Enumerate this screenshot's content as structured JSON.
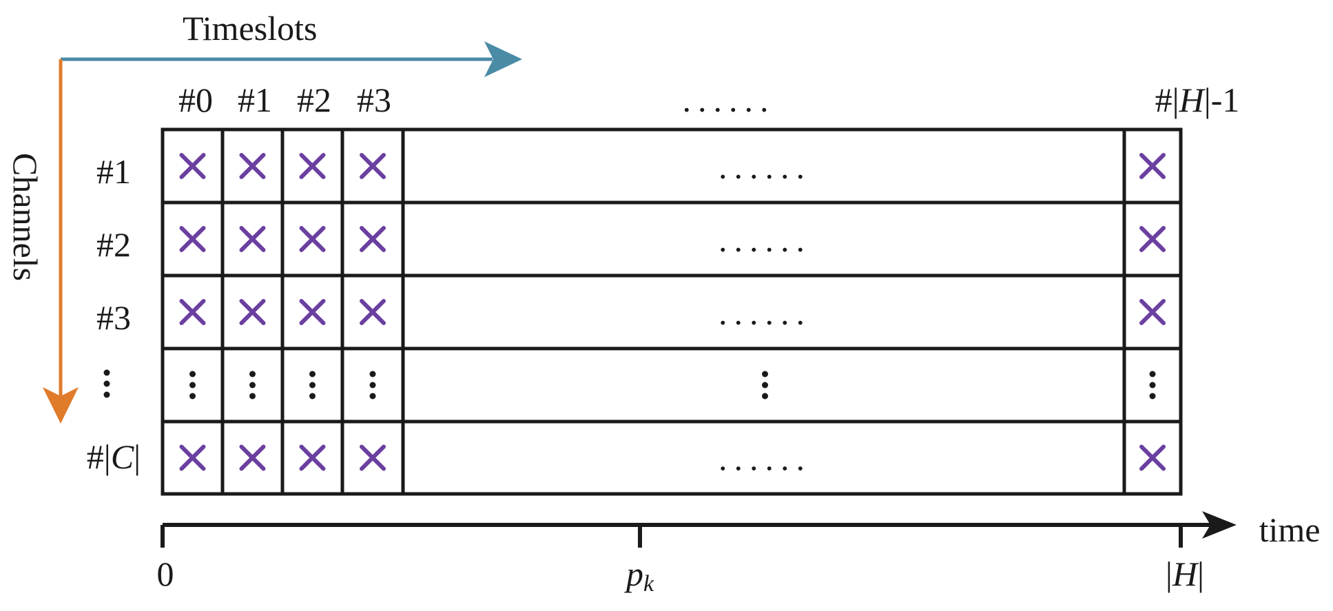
{
  "colors": {
    "timeslots_arrow": "#4a8ba6",
    "channels_arrow": "#e07b2a",
    "cross": "#6b3fa0",
    "ink": "#1a1a1a"
  },
  "axes": {
    "timeslots_label": "Timeslots",
    "channels_label": "Channels",
    "time_label": "time"
  },
  "columns": {
    "labels": [
      "#0",
      "#1",
      "#2",
      "#3"
    ],
    "ellipsis": "......",
    "last_label_prefix": "#|",
    "last_label_var": "H",
    "last_label_suffix": "|-1"
  },
  "rows": {
    "labels": [
      "#1",
      "#2",
      "#3"
    ],
    "vdots": "⋮",
    "last_label_prefix": "#|",
    "last_label_var": "C",
    "last_label_suffix": "|"
  },
  "grid": {
    "cell_mark": "cross-icon",
    "row_ellipsis": "......"
  },
  "time_axis": {
    "start_label": "0",
    "mid_label_var": "p",
    "mid_label_sub": "k",
    "end_label_prefix": "|",
    "end_label_var": "H",
    "end_label_suffix": "|"
  }
}
